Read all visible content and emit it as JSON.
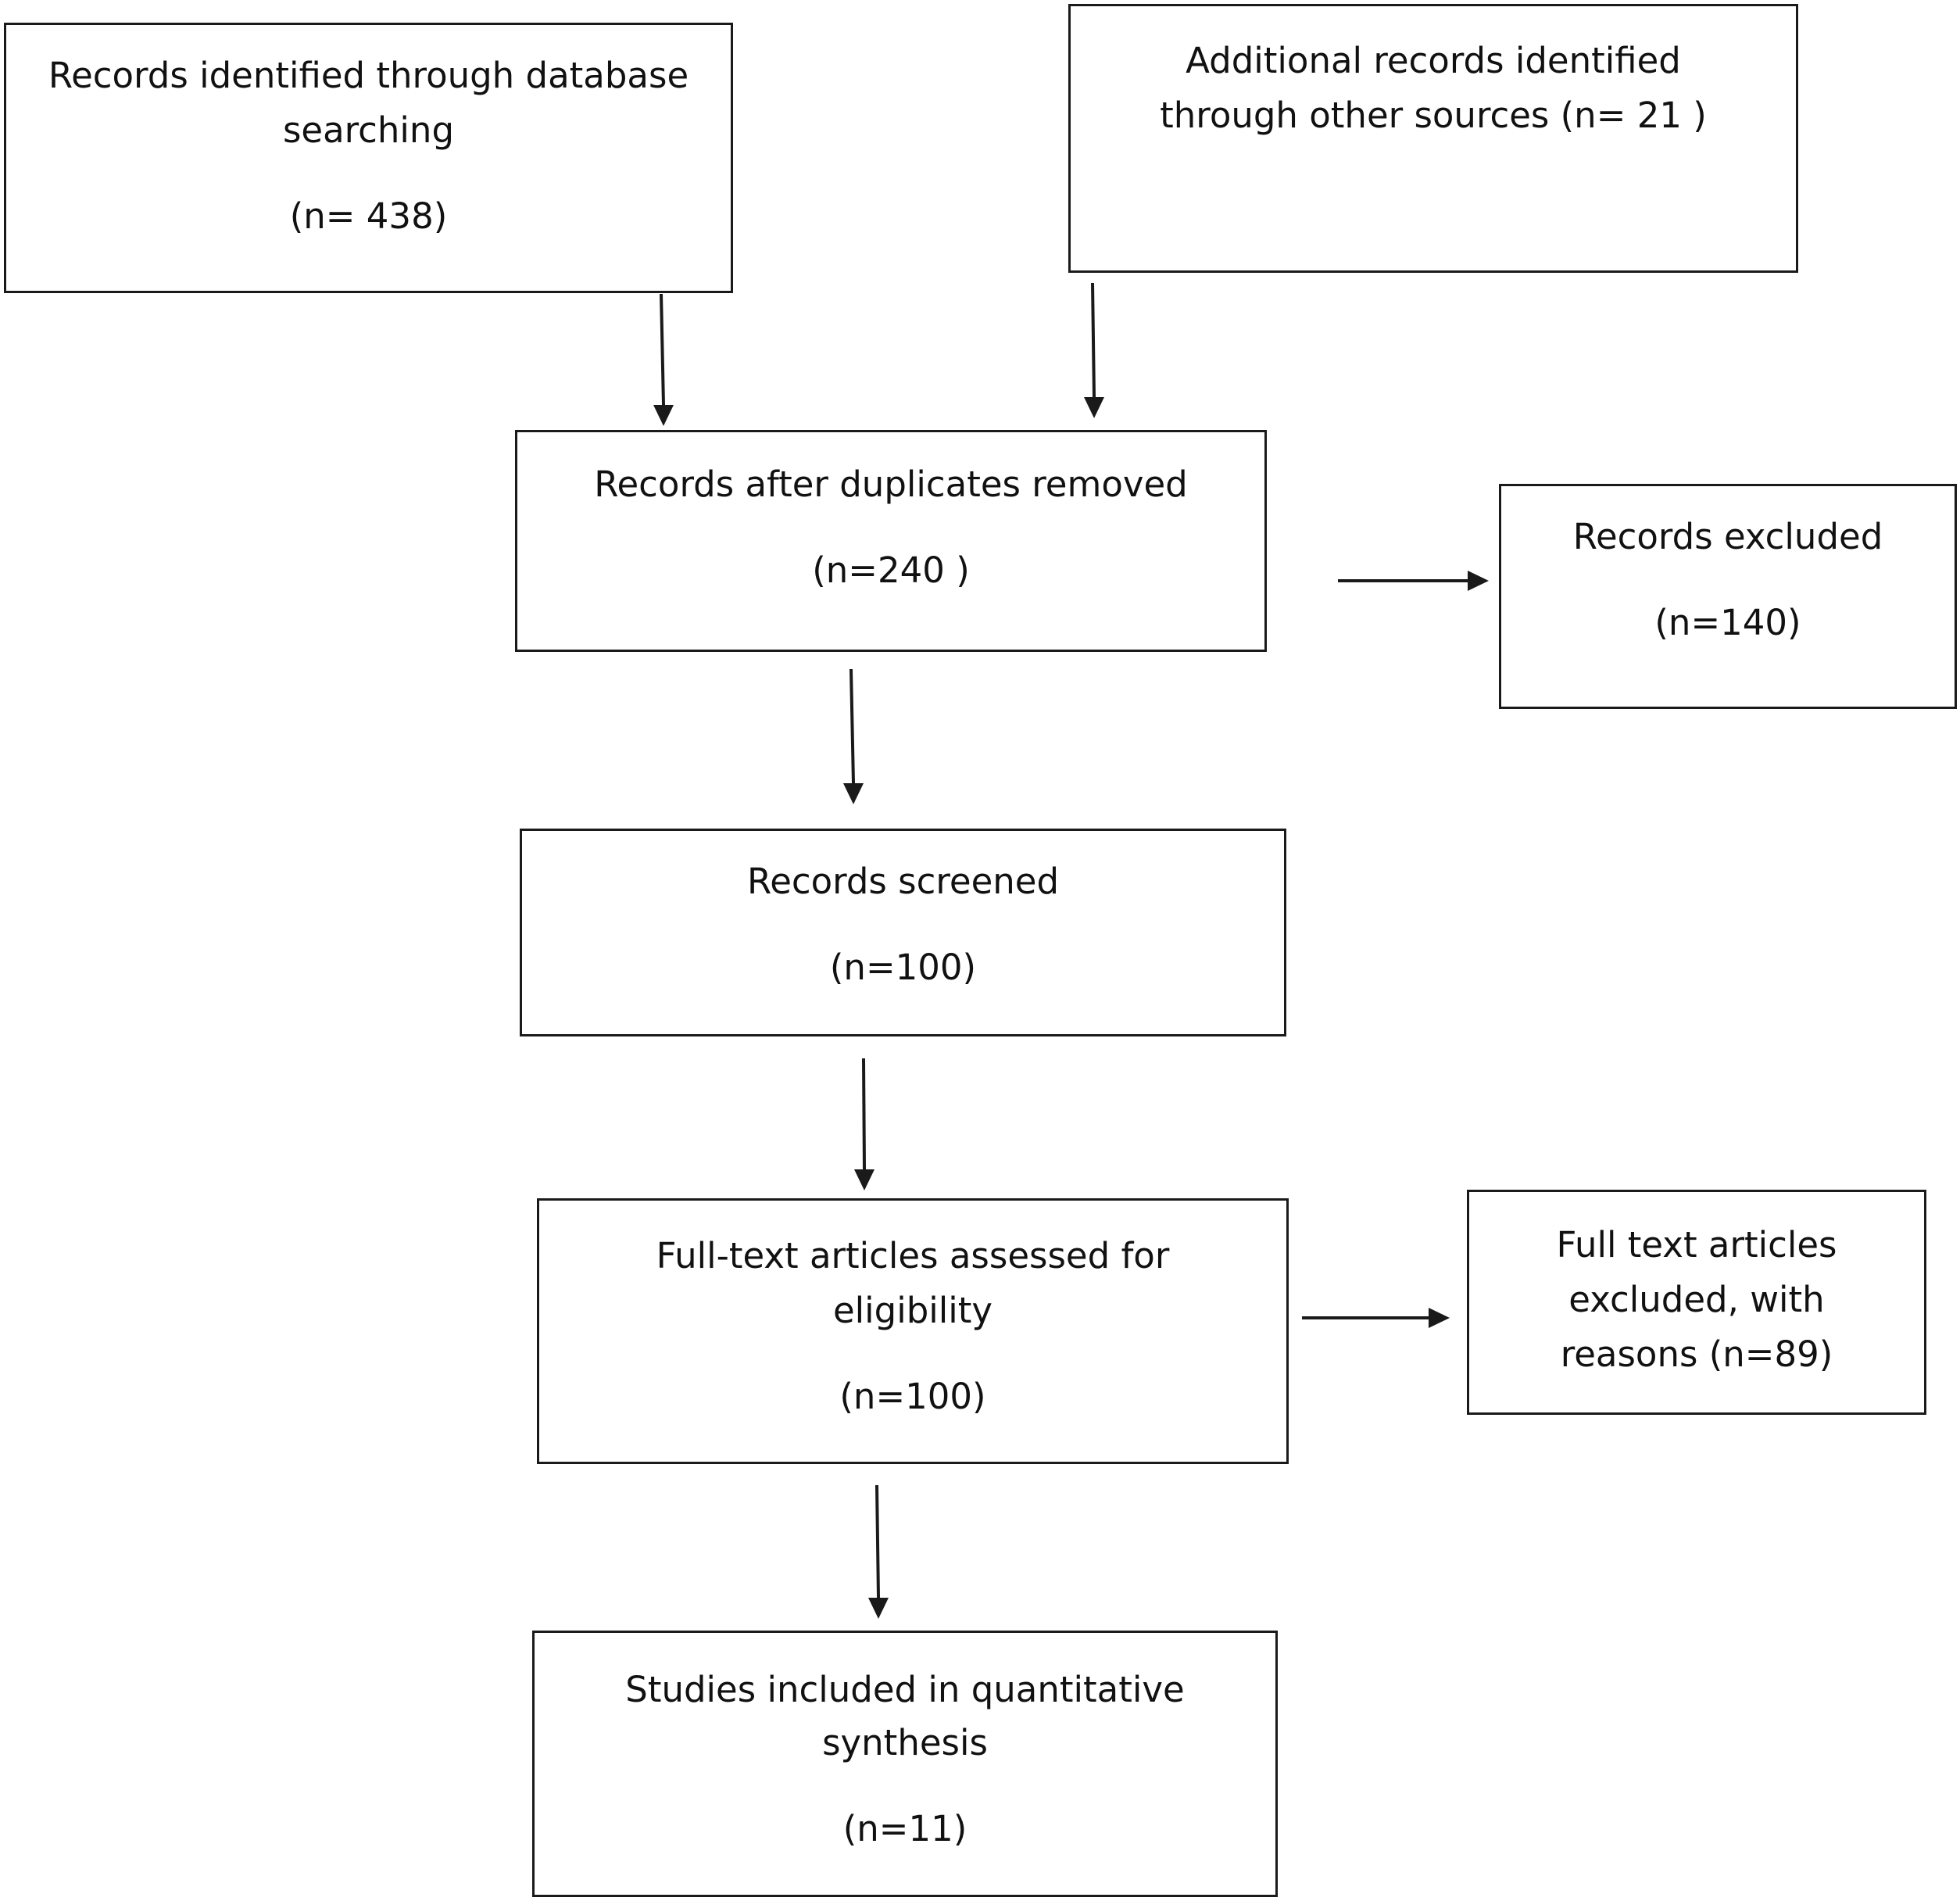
{
  "flowchart": {
    "identified_db": {
      "line1": "Records identified through database",
      "line2": "searching",
      "count": "(n= 438)"
    },
    "identified_other": {
      "line1": "Additional records identified",
      "line2": "through other sources (n= 21 )"
    },
    "after_duplicates": {
      "line1": "Records after duplicates removed",
      "count": "(n=240 )"
    },
    "excluded": {
      "line1": "Records excluded",
      "count": "(n=140)"
    },
    "screened": {
      "line1": "Records screened",
      "count": "(n=100)"
    },
    "fulltext_assessed": {
      "line1": "Full-text articles assessed for",
      "line2": "eligibility",
      "count": "(n=100)"
    },
    "fulltext_excluded": {
      "line1": "Full text articles",
      "line2": "excluded, with",
      "line3": "reasons (n=89)"
    },
    "included": {
      "line1": "Studies included in quantitative",
      "line2": "synthesis",
      "count": "(n=11)"
    }
  },
  "colors": {
    "stroke": "#1a1a1a",
    "text": "#111111",
    "background": "#ffffff"
  }
}
